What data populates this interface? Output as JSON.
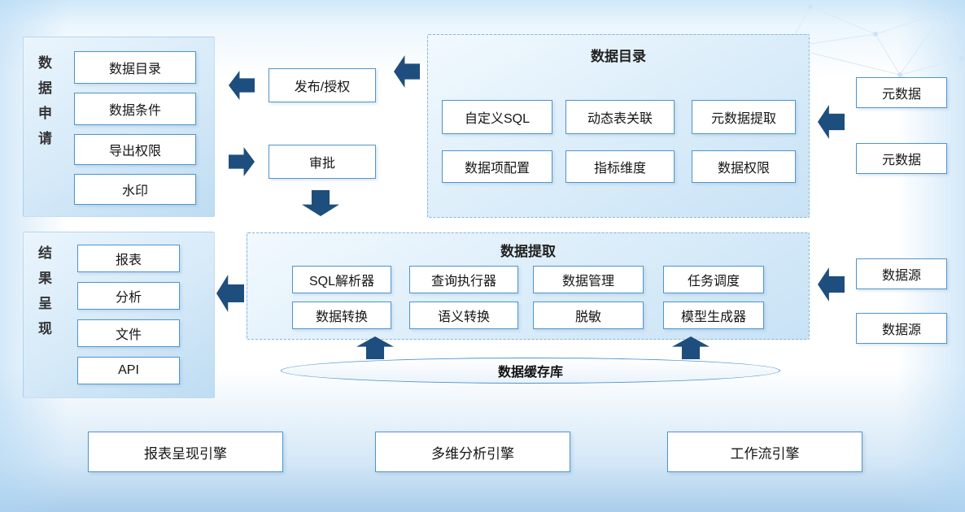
{
  "palette": {
    "arrow": "#1d4e7e",
    "box_border": "#4f94cd",
    "panel_border": "#86b6e2",
    "panel_fill": "#ddeefa"
  },
  "data_apply": {
    "label": "数据申请",
    "items": [
      "数据目录",
      "数据条件",
      "导出权限",
      "水印"
    ]
  },
  "workflow": {
    "publish": "发布/授权",
    "approve": "审批"
  },
  "catalog": {
    "title": "数据目录",
    "row1": [
      "自定义SQL",
      "动态表关联",
      "元数据提取"
    ],
    "row2": [
      "数据项配置",
      "指标维度",
      "数据权限"
    ]
  },
  "metadata": {
    "items": [
      "元数据",
      "元数据"
    ]
  },
  "extract": {
    "title": "数据提取",
    "row1": [
      "SQL解析器",
      "查询执行器",
      "数据管理",
      "任务调度"
    ],
    "row2": [
      "数据转换",
      "语义转换",
      "脱敏",
      "模型生成器"
    ]
  },
  "datasource": {
    "items": [
      "数据源",
      "数据源"
    ]
  },
  "result": {
    "label": "结果呈现",
    "items": [
      "报表",
      "分析",
      "文件",
      "API"
    ]
  },
  "cache": {
    "label": "数据缓存库"
  },
  "engines": {
    "items": [
      "报表呈现引擎",
      "多维分析引擎",
      "工作流引擎"
    ]
  }
}
